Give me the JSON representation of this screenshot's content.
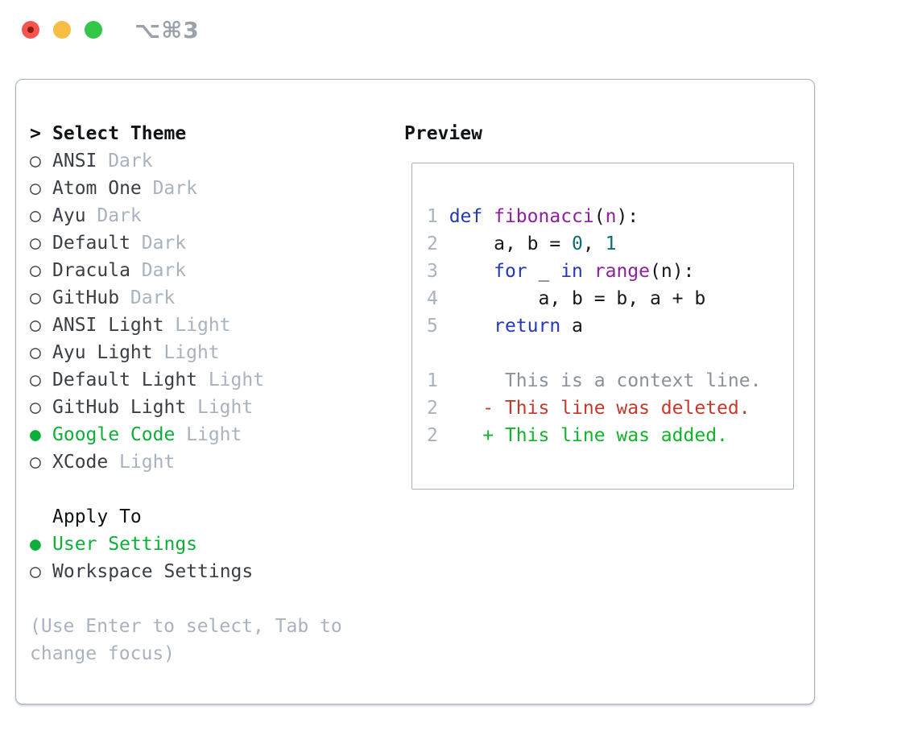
{
  "window": {
    "shortcut": "⌥⌘3",
    "traffic_lights": [
      "close",
      "minimize",
      "zoom"
    ]
  },
  "colors": {
    "accent_green": "#0daf38",
    "keyword_blue": "#2637b8",
    "function_purple": "#8e1f9e",
    "literal_teal": "#0b6e6e",
    "diff_red": "#c5392b",
    "diff_green": "#12b32a",
    "muted_gray": "#a9b2bf",
    "context_gray": "#8b9199",
    "border_gray": "#a7afb9"
  },
  "theme_list": {
    "header": {
      "marker": ">",
      "label": "Select Theme"
    },
    "items": [
      {
        "marker": "○",
        "name": "ANSI",
        "variant": "Dark",
        "selected": false
      },
      {
        "marker": "○",
        "name": "Atom One",
        "variant": "Dark",
        "selected": false
      },
      {
        "marker": "○",
        "name": "Ayu",
        "variant": "Dark",
        "selected": false
      },
      {
        "marker": "○",
        "name": "Default",
        "variant": "Dark",
        "selected": false
      },
      {
        "marker": "○",
        "name": "Dracula",
        "variant": "Dark",
        "selected": false
      },
      {
        "marker": "○",
        "name": "GitHub",
        "variant": "Dark",
        "selected": false
      },
      {
        "marker": "○",
        "name": "ANSI Light",
        "variant": "Light",
        "selected": false
      },
      {
        "marker": "○",
        "name": "Ayu Light",
        "variant": "Light",
        "selected": false
      },
      {
        "marker": "○",
        "name": "Default Light",
        "variant": "Light",
        "selected": false
      },
      {
        "marker": "○",
        "name": "GitHub Light",
        "variant": "Light",
        "selected": false
      },
      {
        "marker": "●",
        "name": "Google Code",
        "variant": "Light",
        "selected": true
      },
      {
        "marker": "○",
        "name": "XCode",
        "variant": "Light",
        "selected": false
      }
    ]
  },
  "apply_to": {
    "header": "Apply To",
    "options": [
      {
        "marker": "●",
        "label": "User Settings",
        "selected": true
      },
      {
        "marker": "○",
        "label": "Workspace Settings",
        "selected": false
      }
    ]
  },
  "footer_hint": {
    "line1": "(Use Enter to select, Tab to",
    "line2": "change focus)"
  },
  "preview": {
    "header": "Preview",
    "lines": [
      {
        "num": "1",
        "segs": [
          {
            "t": " def "
          },
          {
            "t": "fibonacci"
          },
          {
            "t": "("
          },
          {
            "t": "n"
          },
          {
            "t": "):"
          }
        ]
      },
      {
        "num": "2",
        "segs": [
          {
            "t": "     a, b = "
          },
          {
            "t": "0"
          },
          {
            "t": ", "
          },
          {
            "t": "1"
          }
        ]
      },
      {
        "num": "3",
        "segs": [
          {
            "t": "     "
          },
          {
            "t": "for"
          },
          {
            "t": " _ "
          },
          {
            "t": "in"
          },
          {
            "t": " "
          },
          {
            "t": "range"
          },
          {
            "t": "(n):"
          }
        ]
      },
      {
        "num": "4",
        "segs": [
          {
            "t": "         a, b = b, a + b"
          }
        ]
      },
      {
        "num": "5",
        "segs": [
          {
            "t": "     "
          },
          {
            "t": "return"
          },
          {
            "t": " a"
          }
        ]
      },
      {
        "num": "",
        "segs": []
      },
      {
        "num": "1",
        "segs": [
          {
            "t": "      This is a context line."
          }
        ]
      },
      {
        "num": "2",
        "segs": [
          {
            "t": "    - This line was deleted."
          }
        ]
      },
      {
        "num": "2",
        "segs": [
          {
            "t": "    + This line was added."
          }
        ]
      }
    ]
  }
}
